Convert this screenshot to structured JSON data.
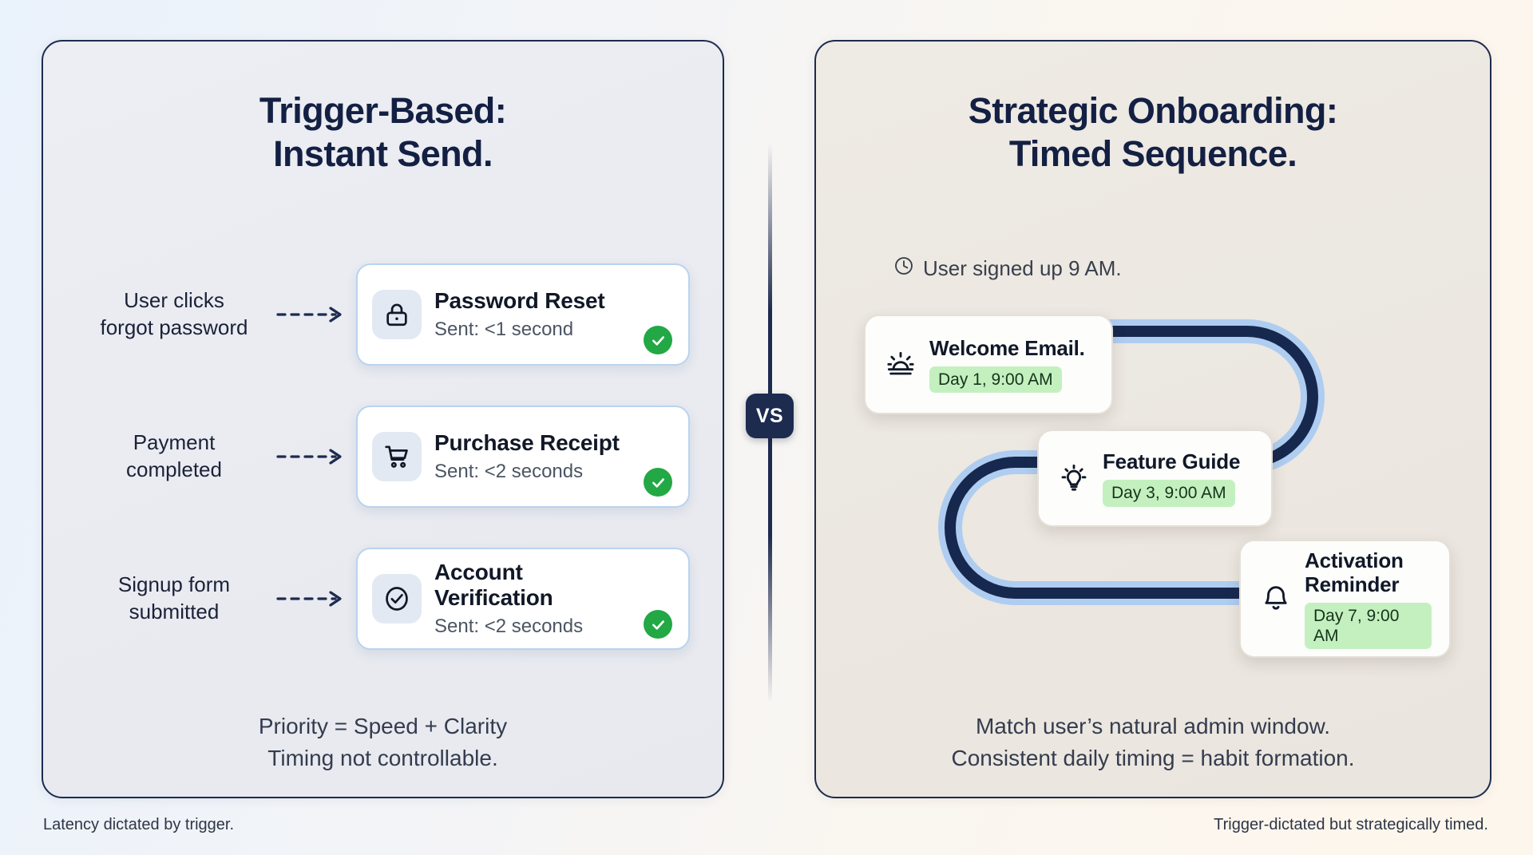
{
  "theme": {
    "navy": "#1d2b4f",
    "card_border_blue": "#b9d3ef",
    "check_green": "#22a844",
    "badge_green": "#c4f0c0",
    "path_dark": "#17284f",
    "path_light": "#afcdf0"
  },
  "left_panel": {
    "title_line1": "Trigger-Based:",
    "title_line2": "Instant Send.",
    "rows": [
      {
        "label_line1": "User clicks",
        "label_line2": "forgot password",
        "icon": "lock-icon",
        "card_title": "Password Reset",
        "card_sub": "Sent: <1 second",
        "status": "sent-check"
      },
      {
        "label_line1": "Payment",
        "label_line2": "completed",
        "icon": "shopping-cart-icon",
        "card_title": "Purchase Receipt",
        "card_sub": "Sent: <2 seconds",
        "status": "sent-check"
      },
      {
        "label_line1": "Signup form",
        "label_line2": "submitted",
        "icon": "check-circle-icon",
        "card_title": "Account Verification",
        "card_sub": "Sent: <2 seconds",
        "status": "sent-check"
      }
    ],
    "footnote_line1": "Priority = Speed + Clarity",
    "footnote_line2": "Timing not controllable."
  },
  "divider": {
    "badge_label": "VS"
  },
  "right_panel": {
    "title_line1": "Strategic Onboarding:",
    "title_line2": "Timed Sequence.",
    "signup_note": "User signed up 9 AM.",
    "signup_note_icon": "clock-icon",
    "steps": [
      {
        "icon": "sunrise-icon",
        "title_line1": "Welcome Email.",
        "title_line2": "",
        "badge": "Day 1, 9:00 AM"
      },
      {
        "icon": "lightbulb-icon",
        "title_line1": "Feature Guide",
        "title_line2": "",
        "badge": "Day 3, 9:00 AM"
      },
      {
        "icon": "bell-icon",
        "title_line1": "Activation",
        "title_line2": "Reminder",
        "badge": "Day 7, 9:00 AM"
      }
    ],
    "footnote_line1": "Match user’s natural admin window.",
    "footnote_line2": "Consistent daily timing = habit formation."
  },
  "captions": {
    "left": "Latency dictated by trigger.",
    "right": "Trigger-dictated but strategically timed."
  }
}
